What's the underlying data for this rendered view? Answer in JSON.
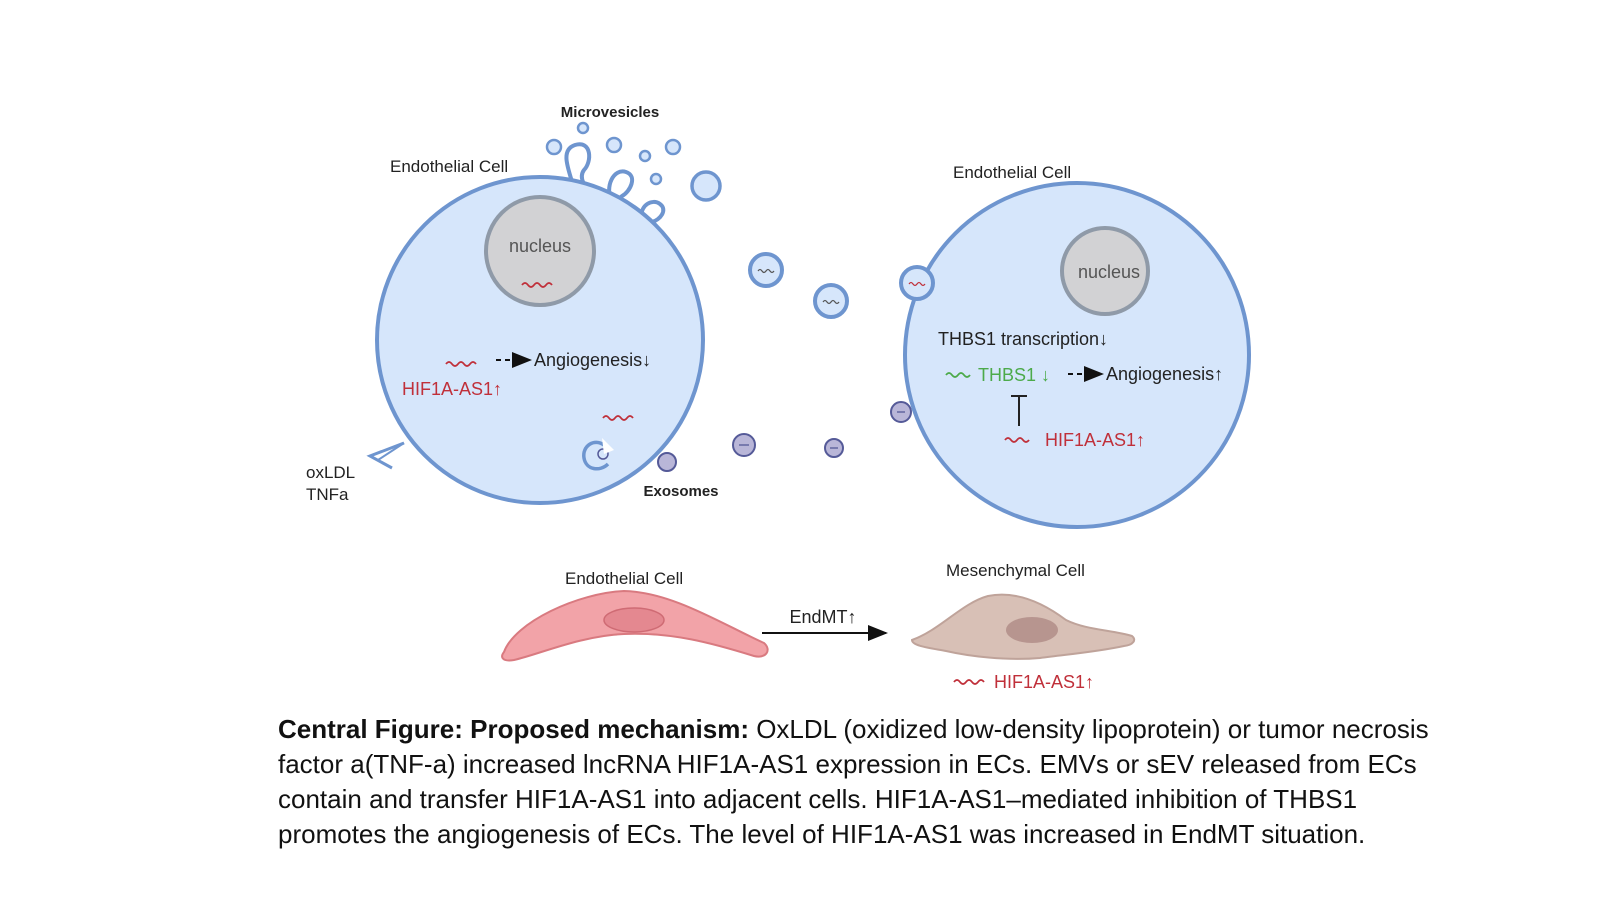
{
  "labels": {
    "microvesicles": "Microvesicles",
    "exosomes": "Exosomes",
    "endothelial_cell_left": "Endothelial Cell",
    "endothelial_cell_right": "Endothelial Cell",
    "endothelial_cell_bottom": "Endothelial Cell",
    "mesenchymal_cell": "Mesenchymal Cell",
    "nucleus_left": "nucleus",
    "nucleus_right": "nucleus",
    "stimulus_line1": "oxLDL",
    "stimulus_line2": "TNFa",
    "left_hif": "HIF1A-AS1↑",
    "left_angiogenesis": "Angiogenesis↓",
    "right_thbs1_transcription": "THBS1 transcription↓",
    "right_thbs1": "THBS1 ↓",
    "right_angiogenesis": "Angiogenesis↑",
    "right_hif": "HIF1A-AS1↑",
    "endmt": "EndMT↑",
    "bottom_hif": "HIF1A-AS1↑"
  },
  "caption": {
    "title": "Central Figure:  Proposed mechanism:",
    "text": " OxLDL (oxidized low-density lipoprotein) or tumor necrosis factor a(TNF-a) increased lncRNA HIF1A-AS1 expression in ECs. EMVs or sEV released from ECs contain and transfer HIF1A-AS1 into adjacent cells. HIF1A-AS1–mediated inhibition of THBS1 promotes the angiogenesis of ECs. The level of HIF1A-AS1 was increased in EndMT situation."
  },
  "colors": {
    "cell_fill": "#d6e6fb",
    "cell_stroke": "#6e95cf",
    "nucleus_fill": "#d2d2d4",
    "nucleus_stroke": "#8f9aa8",
    "rna_red": "#c0303a",
    "green": "#4caa4a",
    "exosome_fill": "#b9b6d8",
    "exosome_stroke": "#555a98",
    "endothelial_shape": "#f2a3a8",
    "mesenchymal_shape": "#d8c0b6"
  }
}
